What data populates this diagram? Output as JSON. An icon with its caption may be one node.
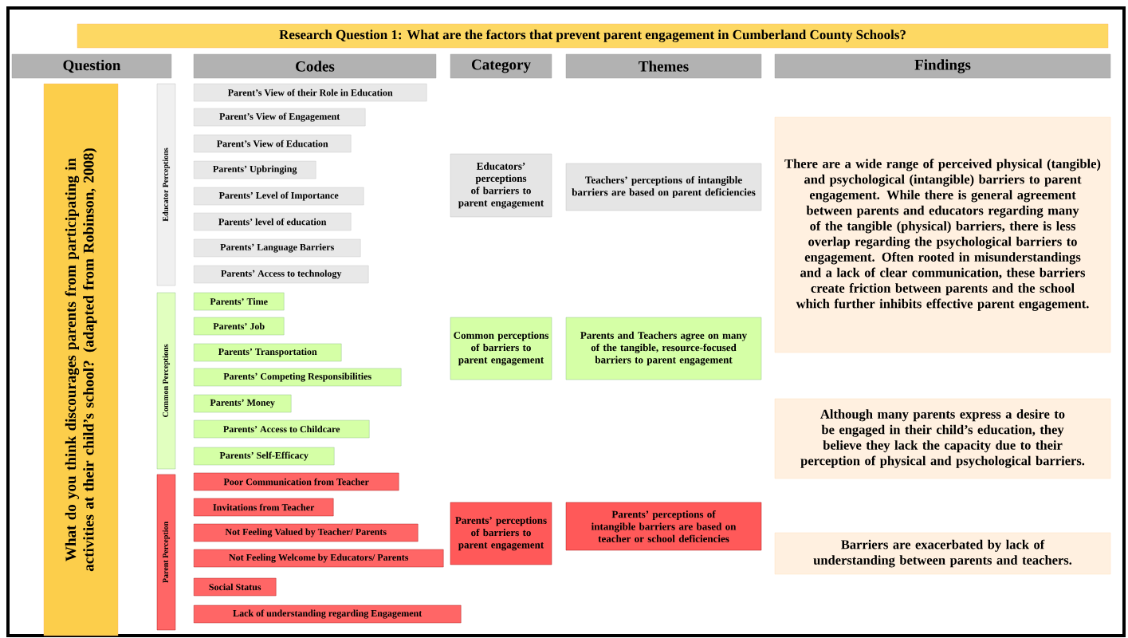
{
  "diagram": {
    "title": "Research Question 1: What are the factors that prevent parent engagement in Cumberland County Schools?",
    "nodes": [
      {
        "text": [
          "Question"
        ]
      },
      {
        "text": [
          "Codes"
        ]
      },
      {
        "text": [
          "Category"
        ]
      },
      {
        "text": [
          "Themes"
        ]
      },
      {
        "text": [
          "Findings"
        ]
      },
      {
        "text": [
          "What do you think discourages parents from participating in activities at their child’s school? (adapted from Robinson, 2008)"
        ]
      },
      {
        "text": [
          "Educator Perceptions"
        ]
      },
      {
        "text": [
          "Common Perceptions"
        ]
      },
      {
        "text": [
          "Parent Perception"
        ]
      },
      {
        "text": [
          "Parent’s View of their Role in Education"
        ]
      },
      {
        "text": [
          "Parent’s View of Engagement"
        ]
      },
      {
        "text": [
          "Parent’s View of Education"
        ]
      },
      {
        "text": [
          "Parents’ Upbringing"
        ]
      },
      {
        "text": [
          "Parents’ Level of Importance"
        ]
      },
      {
        "text": [
          "Parents’ level of education"
        ]
      },
      {
        "text": [
          "Parents’ Language Barriers"
        ]
      },
      {
        "text": [
          "Parents’ Access to technology"
        ]
      },
      {
        "text": [
          "Parents’ Time"
        ]
      },
      {
        "text": [
          "Parents’ Job"
        ]
      },
      {
        "text": [
          "Parents’ Transportation"
        ]
      },
      {
        "text": [
          "Parents’ Competing Responsibilities"
        ]
      },
      {
        "text": [
          "Parents’ Money"
        ]
      },
      {
        "text": [
          "Parents’ Access to Childcare"
        ]
      },
      {
        "text": [
          "Parents’ Self-Efficacy"
        ]
      },
      {
        "text": [
          "Poor Communication from Teacher"
        ]
      },
      {
        "text": [
          "Invitations from Teacher"
        ]
      },
      {
        "text": [
          "Not Feeling Valued by Teacher/ Parents"
        ]
      },
      {
        "text": [
          "Not Feeling Welcome by Educators/ Parents"
        ]
      },
      {
        "text": [
          "Social Status"
        ]
      },
      {
        "text": [
          "Lack of understanding regarding Engagement"
        ]
      },
      {
        "text": [
          "Educators’ perceptions of barriers to parent engagement"
        ]
      },
      {
        "text": [
          "Teachers’ perceptions of intangible barriers are based on parent deficiencies"
        ]
      },
      {
        "text": [
          "Common perceptions of barriers to parent engagement"
        ]
      },
      {
        "text": [
          "Parents and Teachers agree on many of the tangible, resource-focused barriers to parent engagement"
        ]
      },
      {
        "text": [
          "Parents’ perceptions of barriers to parent engagement"
        ]
      },
      {
        "text": [
          "Parents’ perceptions of intangible barriers are based on teacher or school deficiencies"
        ]
      },
      {
        "text": [
          "There are a wide range of perceived physical (tangible) and psychological (intangible) barriers to parent engagement. While there is general agreement between parents and educators regarding many of the tangible (physical) barriers, there is less overlap regarding the psychological barriers to engagement. Often rooted in misunderstandings and a lack of clear communication, these barriers create friction between parents and the school which further inhibits effective parent engagement."
        ]
      },
      {
        "text": [
          "Although many parents express a desire to be engaged in their child’s education, they believe they lack the capacity due to their perception of physical and psychological barriers."
        ]
      },
      {
        "text": [
          "Barriers are exacerbated by lack of understanding between parents and teachers."
        ]
      }
    ]
  }
}
